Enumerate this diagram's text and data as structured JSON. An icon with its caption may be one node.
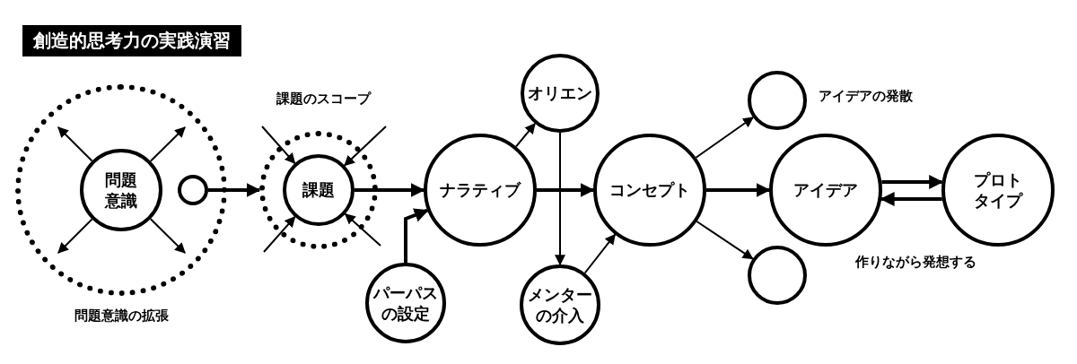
{
  "diagram": {
    "title": "創造的思考力の実践演習",
    "nodes": [
      {
        "text": [],
        "shape": "circle",
        "beside": [
          "問題意識の拡張"
        ]
      },
      {
        "text": [
          "問題意識"
        ],
        "in": 0
      },
      {
        "text": [],
        "shape": "circle",
        "in": 0
      },
      {
        "text": [],
        "shape": "circle",
        "beside": [
          "課題のスコープ"
        ]
      },
      {
        "text": [
          "課題"
        ],
        "in": 3
      },
      {
        "text": [
          "パーパスの設定"
        ]
      },
      {
        "text": [
          "ナラティブ"
        ]
      },
      {
        "text": [
          "オリエン"
        ]
      },
      {
        "text": [
          "メンターの介入"
        ]
      },
      {
        "text": [
          "コンセプト"
        ]
      },
      {
        "text": [],
        "shape": "circle",
        "beside": [
          "アイデアの発散"
        ]
      },
      {
        "text": [],
        "shape": "circle"
      },
      {
        "text": [
          "アイデア"
        ]
      },
      {
        "text": [
          "プロトタイプ"
        ]
      }
    ],
    "edges": [
      {
        "from": 1,
        "to": null,
        "arrow": "to"
      },
      {
        "from": 1,
        "to": null,
        "arrow": "to"
      },
      {
        "from": 1,
        "to": null,
        "arrow": "to"
      },
      {
        "from": 1,
        "to": null,
        "arrow": "to"
      },
      {
        "from": 2,
        "to": 3,
        "arrow": "to",
        "style": "thick"
      },
      {
        "from": null,
        "to": 4,
        "arrow": "to"
      },
      {
        "from": null,
        "to": 4,
        "arrow": "to"
      },
      {
        "from": null,
        "to": 4,
        "arrow": "to"
      },
      {
        "from": null,
        "to": 4,
        "arrow": "to"
      },
      {
        "from": 4,
        "to": 6,
        "arrow": "to",
        "style": "thick"
      },
      {
        "from": 5,
        "to": 6,
        "arrow": "to",
        "style": "thick"
      },
      {
        "from": 6,
        "to": 7,
        "arrow": "to"
      },
      {
        "from": 7,
        "to": 8,
        "arrow": "to"
      },
      {
        "from": 6,
        "to": 9,
        "arrow": "to",
        "style": "thick"
      },
      {
        "from": 8,
        "to": 9,
        "arrow": "to"
      },
      {
        "from": 9,
        "to": 10,
        "arrow": "to"
      },
      {
        "from": 9,
        "to": 12,
        "arrow": "to",
        "style": "thick"
      },
      {
        "from": 9,
        "to": 11,
        "arrow": "to"
      },
      {
        "from": 12,
        "to": 13,
        "arrow": "to",
        "style": "thick"
      },
      {
        "from": 13,
        "to": 12,
        "arrow": "to",
        "style": "thick"
      }
    ],
    "labels": [
      "作りながら発想する"
    ]
  }
}
